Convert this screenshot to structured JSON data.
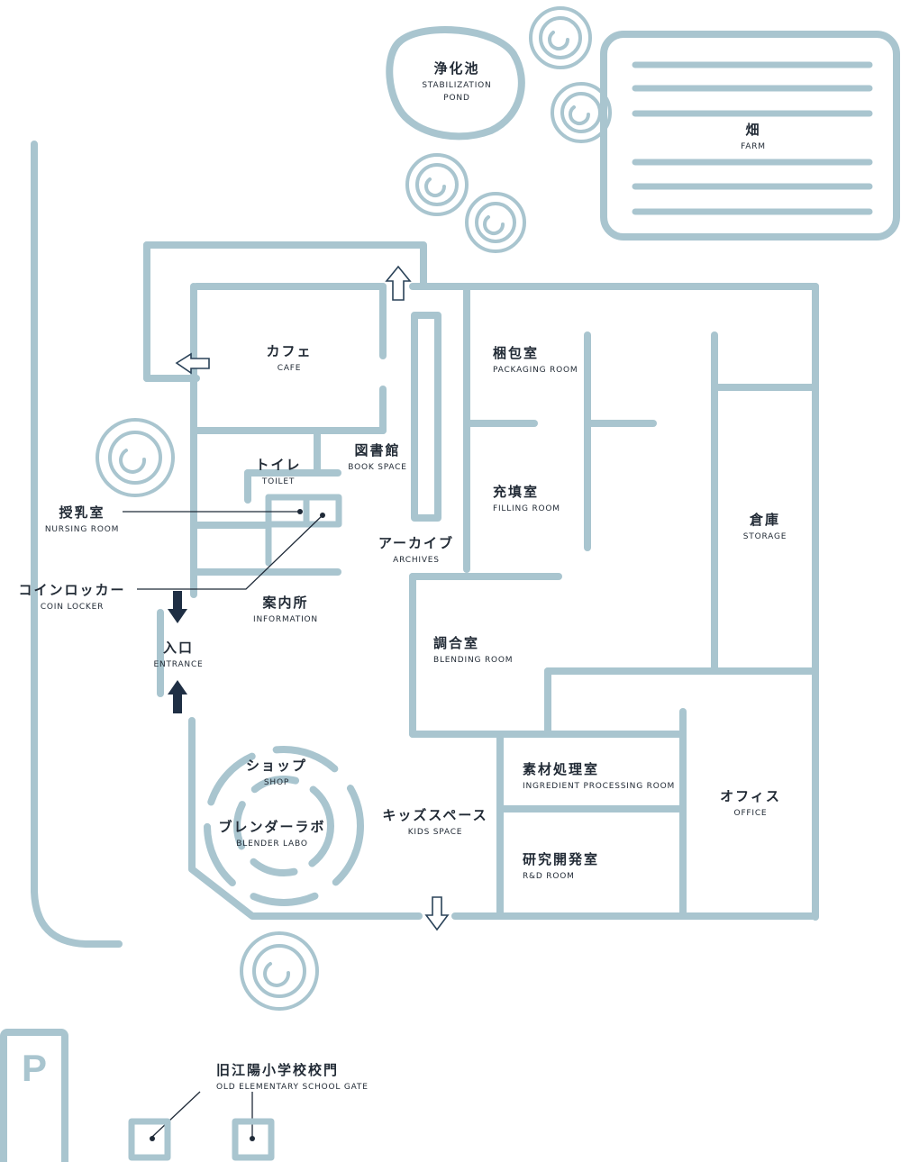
{
  "map": {
    "labels": {
      "pond": {
        "ja": "浄化池",
        "en": "STABILIZATION\nPOND"
      },
      "farm": {
        "ja": "畑",
        "en": "FARM"
      },
      "cafe": {
        "ja": "カフェ",
        "en": "CAFE"
      },
      "packaging": {
        "ja": "梱包室",
        "en": "PACKAGING ROOM"
      },
      "toilet": {
        "ja": "トイレ",
        "en": "TOILET"
      },
      "book": {
        "ja": "図書館",
        "en": "BOOK SPACE"
      },
      "nursing": {
        "ja": "授乳室",
        "en": "NURSING ROOM"
      },
      "filling": {
        "ja": "充填室",
        "en": "FILLING ROOM"
      },
      "storage": {
        "ja": "倉庫",
        "en": "STORAGE"
      },
      "archives": {
        "ja": "アーカイブ",
        "en": "ARCHIVES"
      },
      "locker": {
        "ja": "コインロッカー",
        "en": "COIN LOCKER"
      },
      "info": {
        "ja": "案内所",
        "en": "INFORMATION"
      },
      "entrance": {
        "ja": "入口",
        "en": "ENTRANCE"
      },
      "blending": {
        "ja": "調合室",
        "en": "BLENDING ROOM"
      },
      "shop": {
        "ja": "ショップ",
        "en": "SHOP"
      },
      "ingredient": {
        "ja": "素材処理室",
        "en": "INGREDIENT PROCESSING ROOM"
      },
      "office": {
        "ja": "オフィス",
        "en": "OFFICE"
      },
      "kids": {
        "ja": "キッズスペース",
        "en": "KIDS SPACE"
      },
      "blender": {
        "ja": "ブレンダーラボ",
        "en": "BLENDER LABO"
      },
      "rd": {
        "ja": "研究開発室",
        "en": "R&D ROOM"
      },
      "gate": {
        "ja": "旧江陽小学校校門",
        "en": "OLD ELEMENTARY SCHOOL GATE"
      }
    },
    "parking": {
      "letter": "P"
    },
    "icons": [
      "tree-icon",
      "arrow-up-icon",
      "arrow-left-icon",
      "arrow-down-icon",
      "parking-icon"
    ],
    "colors": {
      "wall": "#a9c5cf",
      "text": "#222b36",
      "arrow": "#1f2f44"
    }
  }
}
